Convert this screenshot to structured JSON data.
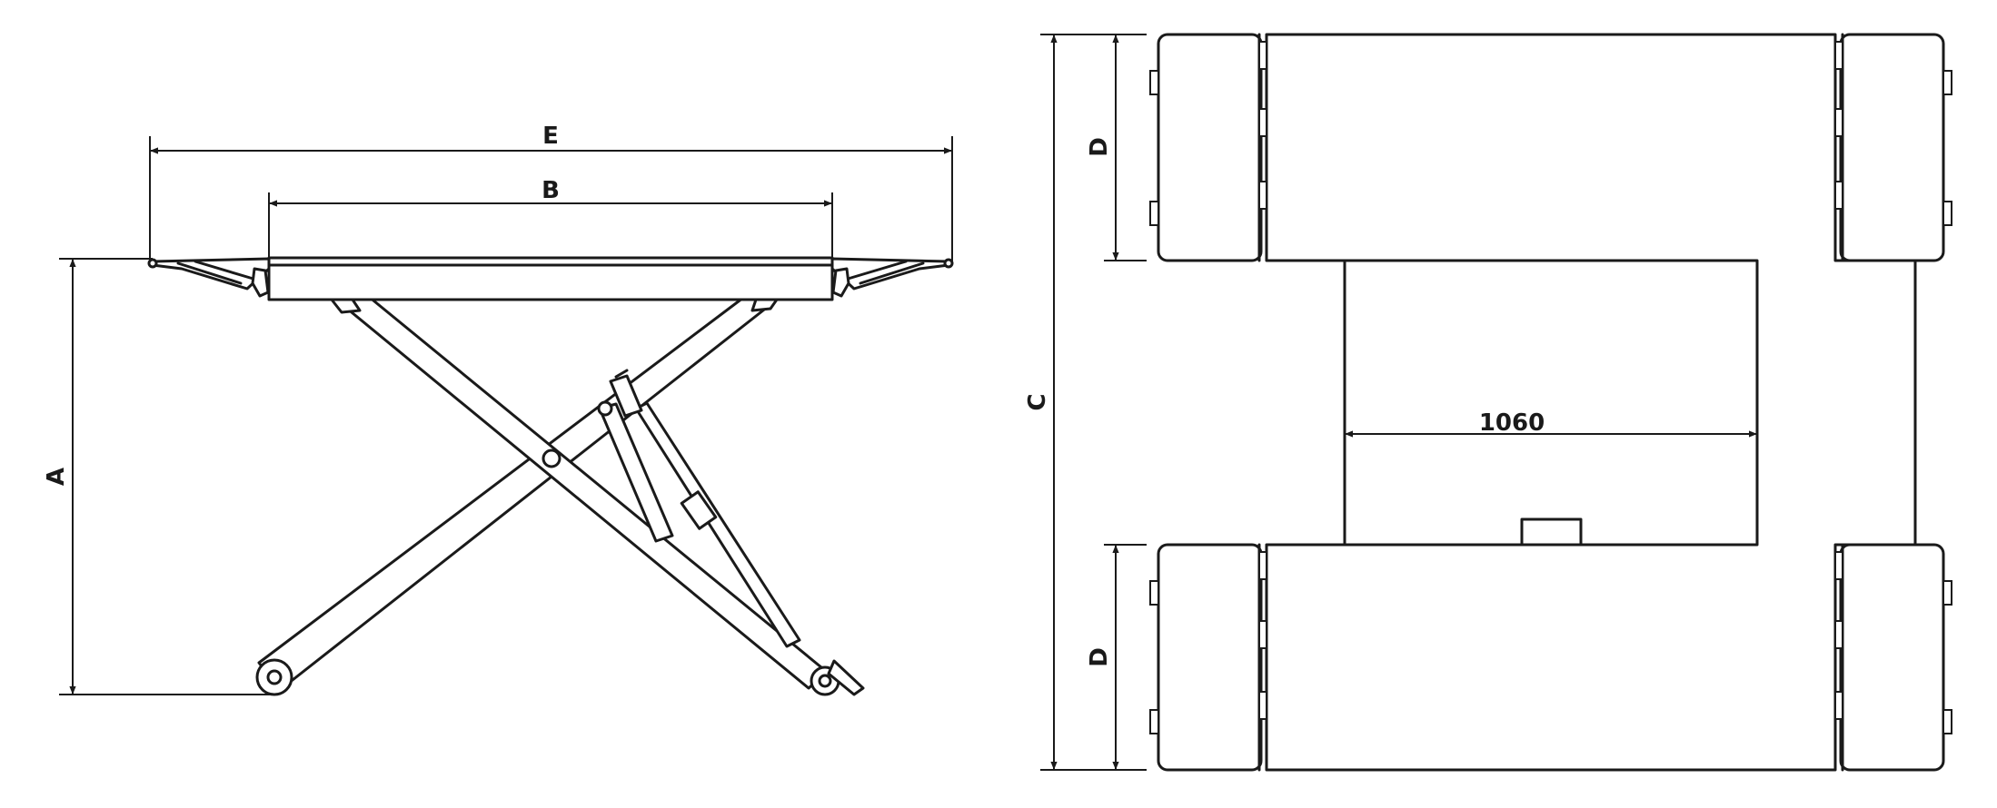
{
  "side_view": {
    "dim_a": "A",
    "dim_b": "B",
    "dim_e": "E"
  },
  "top_view": {
    "dim_c": "C",
    "dim_d_upper": "D",
    "dim_d_lower": "D",
    "inner_width": "1060"
  }
}
